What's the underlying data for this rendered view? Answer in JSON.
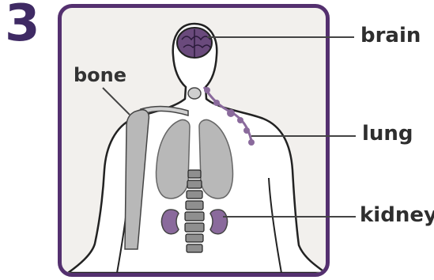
{
  "step": {
    "number": "3"
  },
  "labels": {
    "bone": "bone",
    "brain": "brain",
    "lung": "lung",
    "kidney": "kidney"
  },
  "colors": {
    "frame_border": "#54306f",
    "step_number": "#3f2a64",
    "background": "#f2f0ed",
    "body_fill": "#ffffff",
    "organ_gray": "#b8b8b8",
    "organ_purple": "#8a6a9c",
    "brain_purple": "#6a4a7c",
    "outline": "#222222"
  }
}
